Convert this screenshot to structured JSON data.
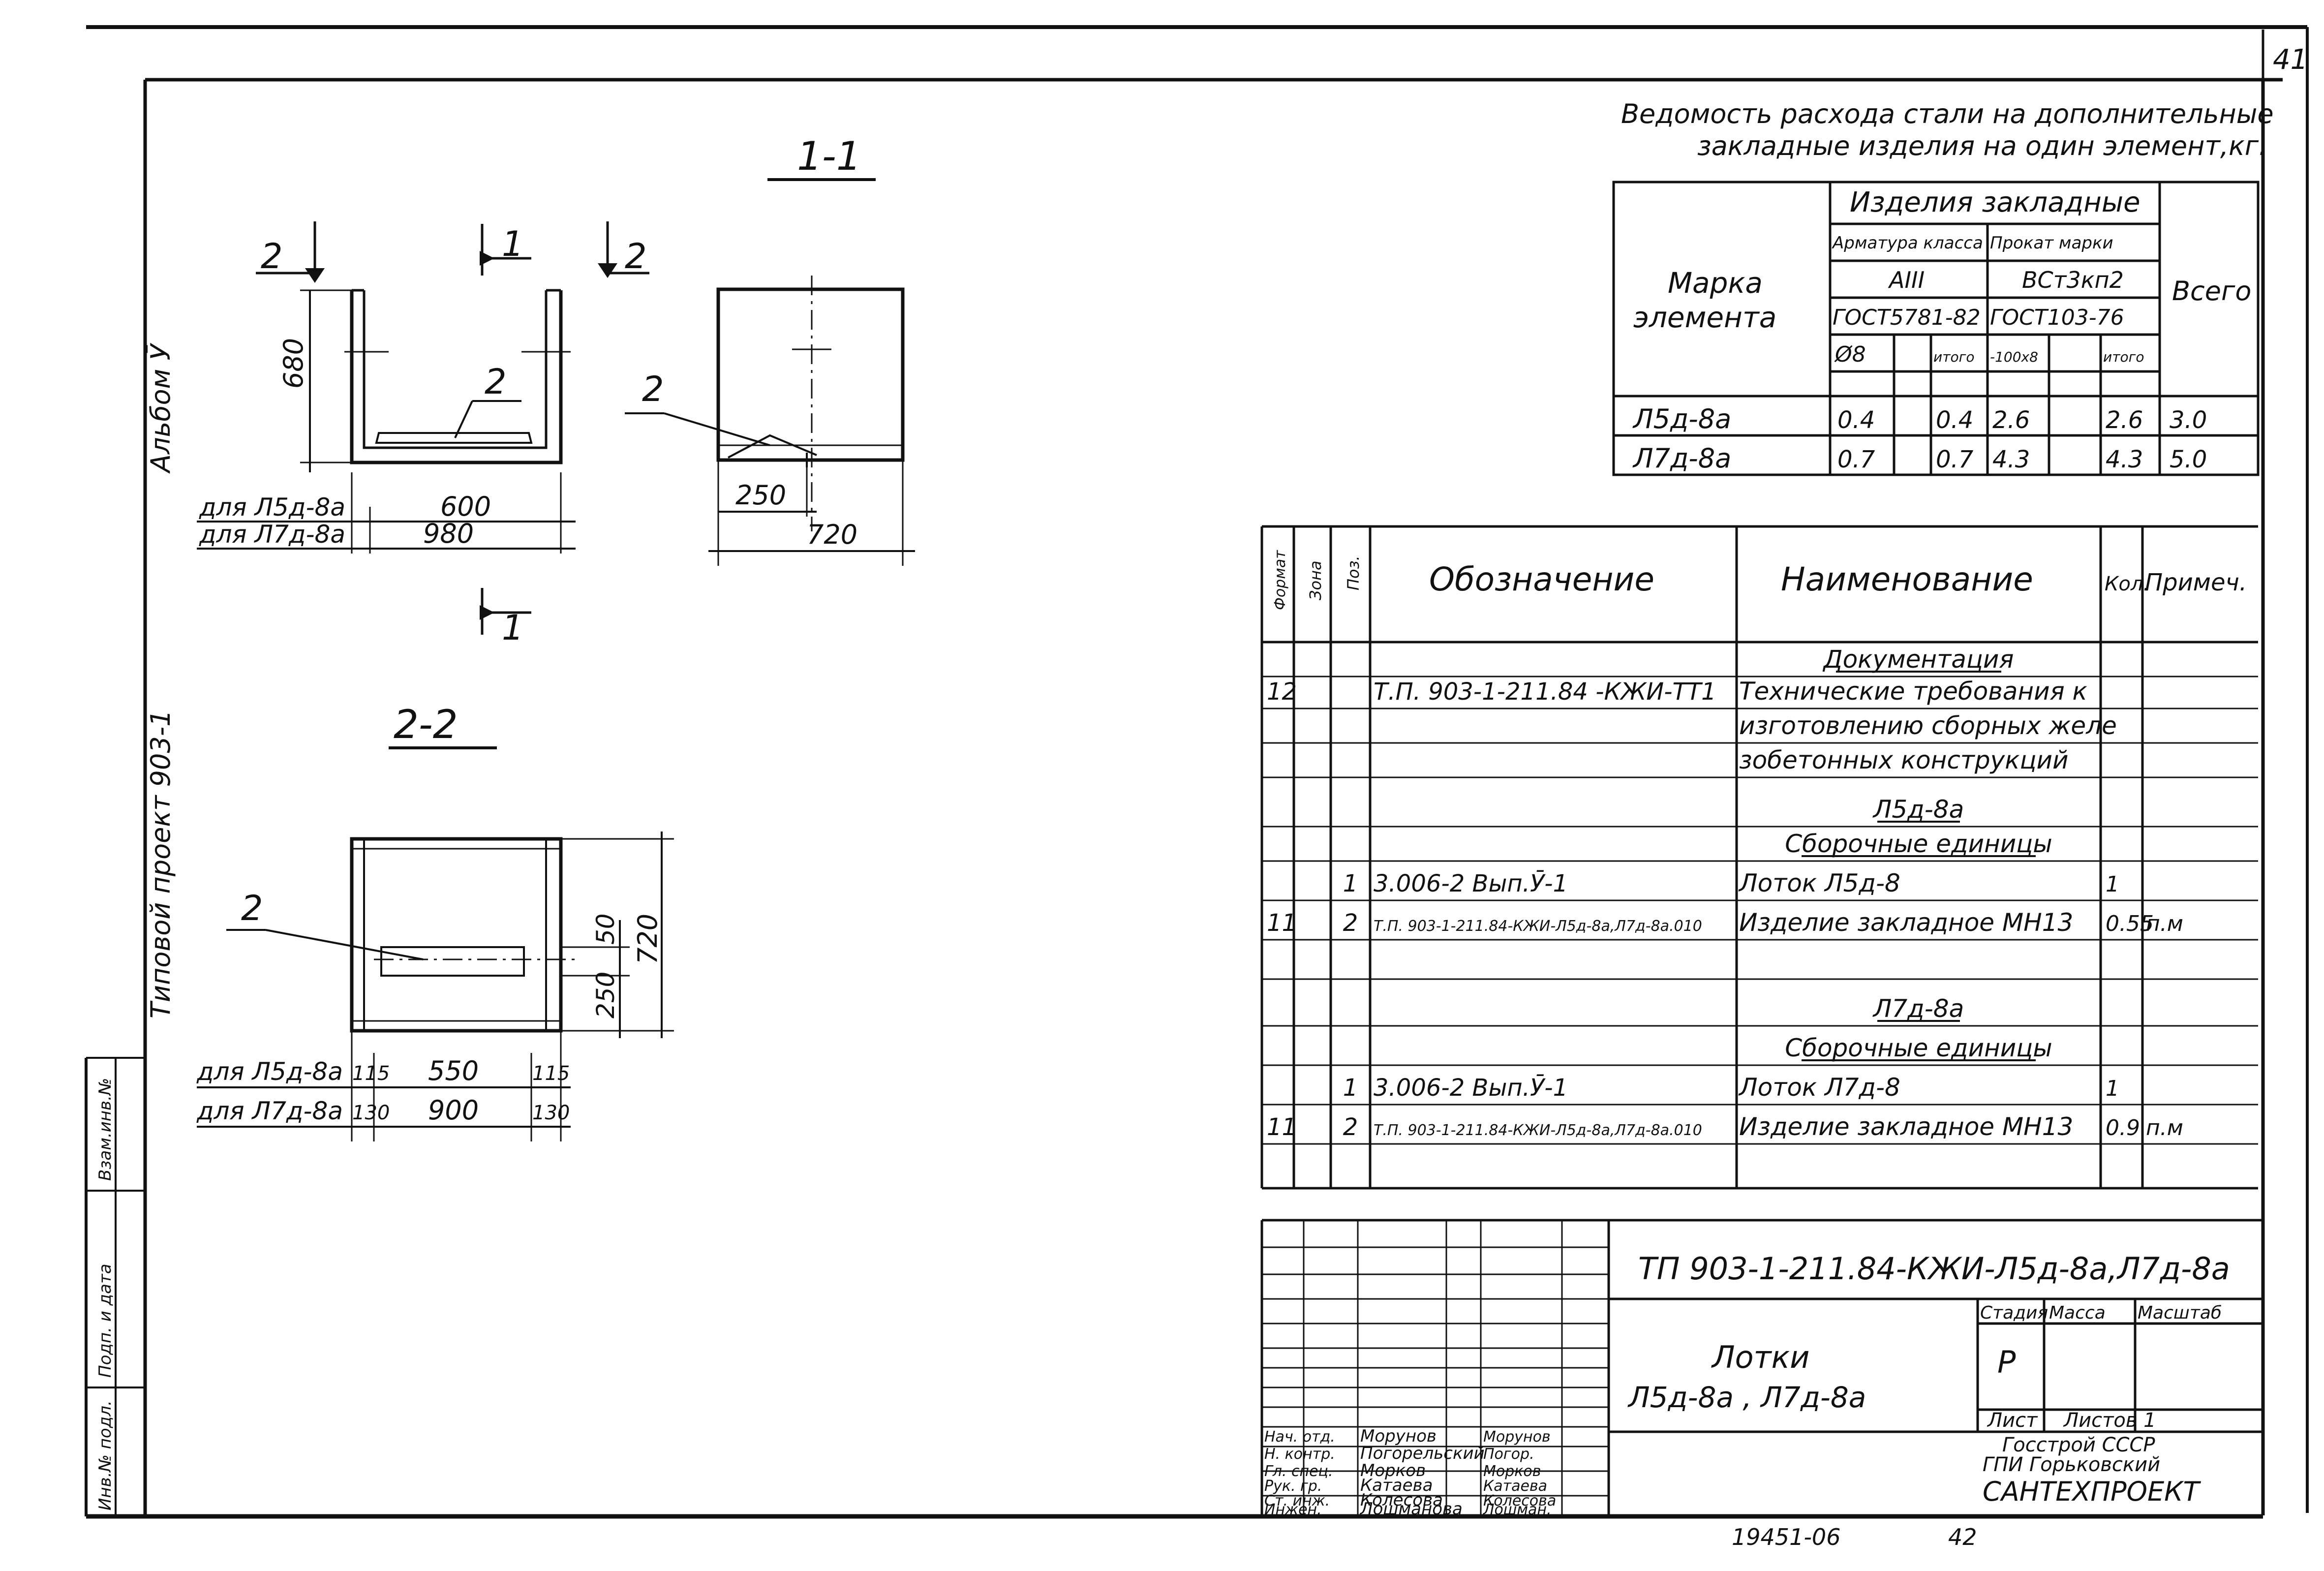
{
  "page_number": "41",
  "side_labels": {
    "album": "Альбом Ӯ",
    "project": "Типовой проект 903-1",
    "stamp_fields": [
      "Взам.инв.№",
      "Подп. и дата",
      "Инв.№ подл."
    ]
  },
  "sections": {
    "s11": "1-1",
    "s22": "2-2"
  },
  "drawing_1_1": {
    "cut_top_left": "2",
    "cut_top_mid": "1",
    "cut_top_right": "2",
    "cut_bottom": "1",
    "height_dim": "680",
    "item_mark": "2",
    "row1_label": "для Л5д-8а",
    "row1_value": "600",
    "row2_label": "для Л7д-8а",
    "row2_value": "980"
  },
  "drawing_side": {
    "item_mark": "2",
    "dim_small": "250",
    "dim_width": "720"
  },
  "drawing_2_2": {
    "item_mark": "2",
    "dim_50": "50",
    "dim_720": "720",
    "dim_250": "250",
    "row1_label": "для Л5д-8а",
    "row1_vals": [
      "115",
      "550",
      "115"
    ],
    "row2_label": "для Л7д-8а",
    "row2_vals": [
      "130",
      "900",
      "130"
    ]
  },
  "steel_table": {
    "title_line1": "Ведомость расхода стали на дополнительные",
    "title_line2": "закладные изделия на один элемент,кг.",
    "h_mark": "Марка элемента",
    "h_group": "Изделия закладные",
    "h_rebar": "Арматура класса",
    "h_rolled": "Прокат марки",
    "h_a3": "АIII",
    "h_vst": "ВСт3кп2",
    "h_all": "Всего",
    "h_gost1": "ГОСТ5781-82",
    "h_gost2": "ГОСТ103-76",
    "h_d8": "Ø8",
    "h_total1": "итого",
    "h_strip": "-100х8",
    "h_total2": "итого",
    "rows": [
      {
        "mark": "Л5д-8а",
        "d8": "0.4",
        "t1": "0.4",
        "strip": "2.6",
        "t2": "2.6",
        "all": "3.0"
      },
      {
        "mark": "Л7д-8а",
        "d8": "0.7",
        "t1": "0.7",
        "strip": "4.3",
        "t2": "4.3",
        "all": "5.0"
      }
    ]
  },
  "spec_table": {
    "headers": {
      "format": "Формат",
      "zone": "Зона",
      "pos": "Поз.",
      "designation": "Обозначение",
      "name": "Наименование",
      "qty": "Кол.",
      "note": "Примеч."
    },
    "rows": [
      {
        "fmt": "",
        "pos": "",
        "des": "",
        "name": "Документация",
        "qty": "",
        "note": "",
        "under": true
      },
      {
        "fmt": "12",
        "pos": "",
        "des": "Т.П. 903-1-211.84 -КЖИ-ТТ1",
        "name": "Технические требования к",
        "qty": "",
        "note": ""
      },
      {
        "fmt": "",
        "pos": "",
        "des": "",
        "name": "изготовлению сборных желе",
        "qty": "",
        "note": ""
      },
      {
        "fmt": "",
        "pos": "",
        "des": "",
        "name": "зобетонных конструкций",
        "qty": "",
        "note": ""
      },
      {
        "fmt": "",
        "pos": "",
        "des": "",
        "name": "Л5д-8а",
        "qty": "",
        "note": "",
        "under": true
      },
      {
        "fmt": "",
        "pos": "",
        "des": "",
        "name": "Сборочные единицы",
        "qty": "",
        "note": "",
        "under": true
      },
      {
        "fmt": "",
        "pos": "1",
        "des": "3.006-2   Вып.Ӯ-1",
        "name": "Лоток Л5д-8",
        "qty": "1",
        "note": ""
      },
      {
        "fmt": "11",
        "pos": "2",
        "des": "Т.П. 903-1-211.84-КЖИ-Л5д-8а,Л7д-8а.010",
        "name": "Изделие закладное МН13",
        "qty": "0.55",
        "note": "п.м"
      },
      {
        "fmt": "",
        "pos": "",
        "des": "",
        "name": "",
        "qty": "",
        "note": ""
      },
      {
        "fmt": "",
        "pos": "",
        "des": "",
        "name": "Л7д-8а",
        "qty": "",
        "note": "",
        "under": true
      },
      {
        "fmt": "",
        "pos": "",
        "des": "",
        "name": "Сборочные единицы",
        "qty": "",
        "note": "",
        "under": true
      },
      {
        "fmt": "",
        "pos": "1",
        "des": "3.006-2   Вып.Ӯ-1",
        "name": "Лоток Л7д-8",
        "qty": "1",
        "note": ""
      },
      {
        "fmt": "11",
        "pos": "2",
        "des": "Т.П. 903-1-211.84-КЖИ-Л5д-8а,Л7д-8а.010",
        "name": "Изделие закладное МН13",
        "qty": "0.9",
        "note": "п.м"
      },
      {
        "fmt": "",
        "pos": "",
        "des": "",
        "name": "",
        "qty": "",
        "note": ""
      }
    ]
  },
  "title_block": {
    "doc_code": "ТП 903-1-211.84-КЖИ-Л5д-8а,Л7д-8а",
    "name_line1": "Лотки",
    "name_line2": "Л5д-8а , Л7д-8а",
    "stage_h": "Стадия",
    "mass_h": "Масса",
    "scale_h": "Масштаб",
    "stage": "Р",
    "sheet": "Лист",
    "sheets": "Листов 1",
    "org_line1": "Госстрой СССР",
    "org_line2": "ГПИ Горьковский",
    "org_line3": "САНТЕХПРОЕКТ",
    "people": [
      {
        "role": "Нач. отд.",
        "name": "Морунов",
        "sign": "Морунов"
      },
      {
        "role": "Н. контр.",
        "name": "Погорельский",
        "sign": "Погор."
      },
      {
        "role": "Гл. спец.",
        "name": "Морков",
        "sign": "Морков"
      },
      {
        "role": "Рук. гр.",
        "name": "Катаева",
        "sign": "Катаева"
      },
      {
        "role": "Ст. инж.",
        "name": "Колесова",
        "sign": "Колесова"
      },
      {
        "role": "Инжен.",
        "name": "Лошманова",
        "sign": "Лошман."
      }
    ]
  },
  "footer": {
    "inv": "19451-06",
    "page": "42"
  }
}
